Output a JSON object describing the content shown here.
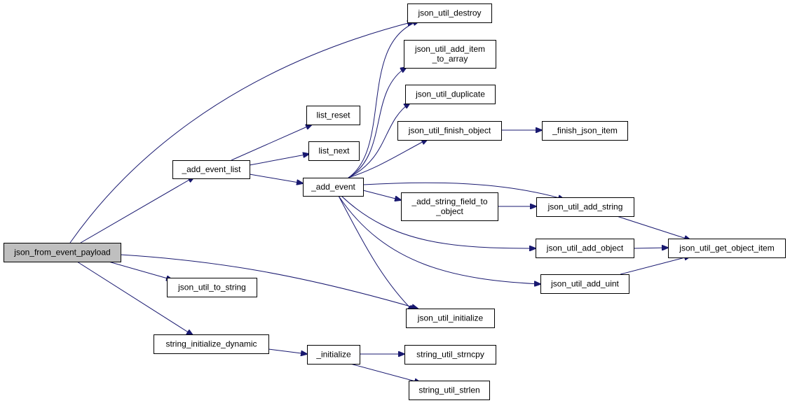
{
  "graph": {
    "edge_color": "#191970",
    "root_fill": "#bfbfbf",
    "nodes": [
      {
        "id": "root",
        "lines": [
          "json_from_event_payload"
        ],
        "root": true
      },
      {
        "id": "destroy",
        "lines": [
          "json_util_destroy"
        ]
      },
      {
        "id": "add_item",
        "lines": [
          "json_util_add_item",
          "_to_array"
        ]
      },
      {
        "id": "duplicate",
        "lines": [
          "json_util_duplicate"
        ]
      },
      {
        "id": "finish_obj",
        "lines": [
          "json_util_finish_object"
        ]
      },
      {
        "id": "finish_item",
        "lines": [
          "_finish_json_item"
        ]
      },
      {
        "id": "list_reset",
        "lines": [
          "list_reset"
        ]
      },
      {
        "id": "list_next",
        "lines": [
          "list_next"
        ]
      },
      {
        "id": "add_event_list",
        "lines": [
          "_add_event_list"
        ]
      },
      {
        "id": "add_event",
        "lines": [
          "_add_event"
        ]
      },
      {
        "id": "add_str_field",
        "lines": [
          "_add_string_field_to",
          "_object"
        ]
      },
      {
        "id": "add_string",
        "lines": [
          "json_util_add_string"
        ]
      },
      {
        "id": "add_object",
        "lines": [
          "json_util_add_object"
        ]
      },
      {
        "id": "get_obj_item",
        "lines": [
          "json_util_get_object_item"
        ]
      },
      {
        "id": "add_uint",
        "lines": [
          "json_util_add_uint"
        ]
      },
      {
        "id": "to_string",
        "lines": [
          "json_util_to_string"
        ]
      },
      {
        "id": "initialize",
        "lines": [
          "json_util_initialize"
        ]
      },
      {
        "id": "str_init_dyn",
        "lines": [
          "string_initialize_dynamic"
        ]
      },
      {
        "id": "_initialize",
        "lines": [
          "_initialize"
        ]
      },
      {
        "id": "strncpy",
        "lines": [
          "string_util_strncpy"
        ]
      },
      {
        "id": "strlen",
        "lines": [
          "string_util_strlen"
        ]
      }
    ],
    "edges": [
      {
        "from": "root",
        "to": "destroy"
      },
      {
        "from": "root",
        "to": "add_event_list"
      },
      {
        "from": "root",
        "to": "to_string"
      },
      {
        "from": "root",
        "to": "initialize"
      },
      {
        "from": "root",
        "to": "str_init_dyn"
      },
      {
        "from": "add_event_list",
        "to": "list_reset"
      },
      {
        "from": "add_event_list",
        "to": "list_next"
      },
      {
        "from": "add_event_list",
        "to": "add_event"
      },
      {
        "from": "add_event",
        "to": "destroy"
      },
      {
        "from": "add_event",
        "to": "add_item"
      },
      {
        "from": "add_event",
        "to": "duplicate"
      },
      {
        "from": "add_event",
        "to": "finish_obj"
      },
      {
        "from": "add_event",
        "to": "add_string"
      },
      {
        "from": "add_event",
        "to": "add_str_field"
      },
      {
        "from": "add_event",
        "to": "add_object"
      },
      {
        "from": "add_event",
        "to": "add_uint"
      },
      {
        "from": "add_event",
        "to": "initialize"
      },
      {
        "from": "finish_obj",
        "to": "finish_item"
      },
      {
        "from": "add_str_field",
        "to": "add_string"
      },
      {
        "from": "add_string",
        "to": "get_obj_item"
      },
      {
        "from": "add_object",
        "to": "get_obj_item"
      },
      {
        "from": "add_uint",
        "to": "get_obj_item"
      },
      {
        "from": "str_init_dyn",
        "to": "_initialize"
      },
      {
        "from": "_initialize",
        "to": "strncpy"
      },
      {
        "from": "_initialize",
        "to": "strlen"
      }
    ]
  }
}
